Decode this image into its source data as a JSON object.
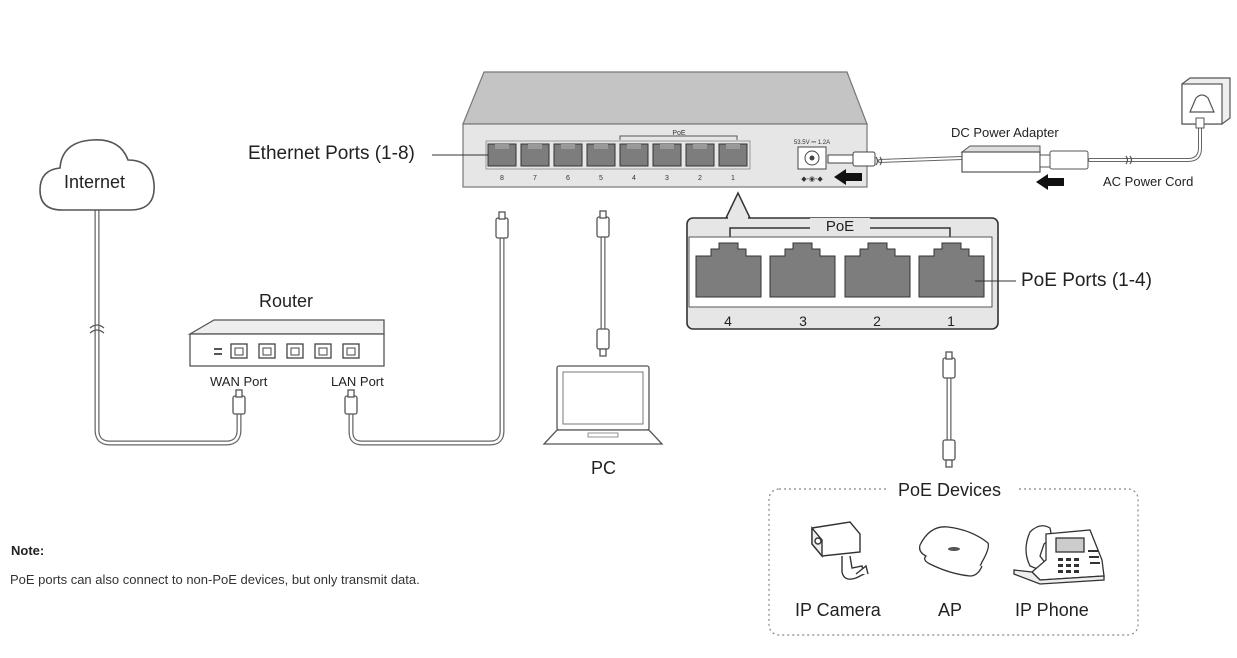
{
  "labels": {
    "internet": "Internet",
    "router": "Router",
    "wan_port": "WAN Port",
    "lan_port": "LAN Port",
    "ethernet_ports": "Ethernet Ports (1-8)",
    "pc": "PC",
    "dc_power_adapter": "DC Power Adapter",
    "ac_power_cord": "AC Power Cord",
    "poe_ports": "PoE Ports (1-4)",
    "poe_devices": "PoE Devices",
    "ip_camera": "IP Camera",
    "ap": "AP",
    "ip_phone": "IP Phone"
  },
  "switch": {
    "poe_group_label": "PoE",
    "port_numbers": [
      "8",
      "7",
      "6",
      "5",
      "4",
      "3",
      "2",
      "1"
    ],
    "power_spec": "53.5V ⎓ 1.2A"
  },
  "poe_zoom": {
    "title": "PoE",
    "port_numbers": [
      "4",
      "3",
      "2",
      "1"
    ]
  },
  "note": {
    "title": "Note:",
    "text": "PoE ports can also connect to non-PoE devices, but only transmit data."
  }
}
